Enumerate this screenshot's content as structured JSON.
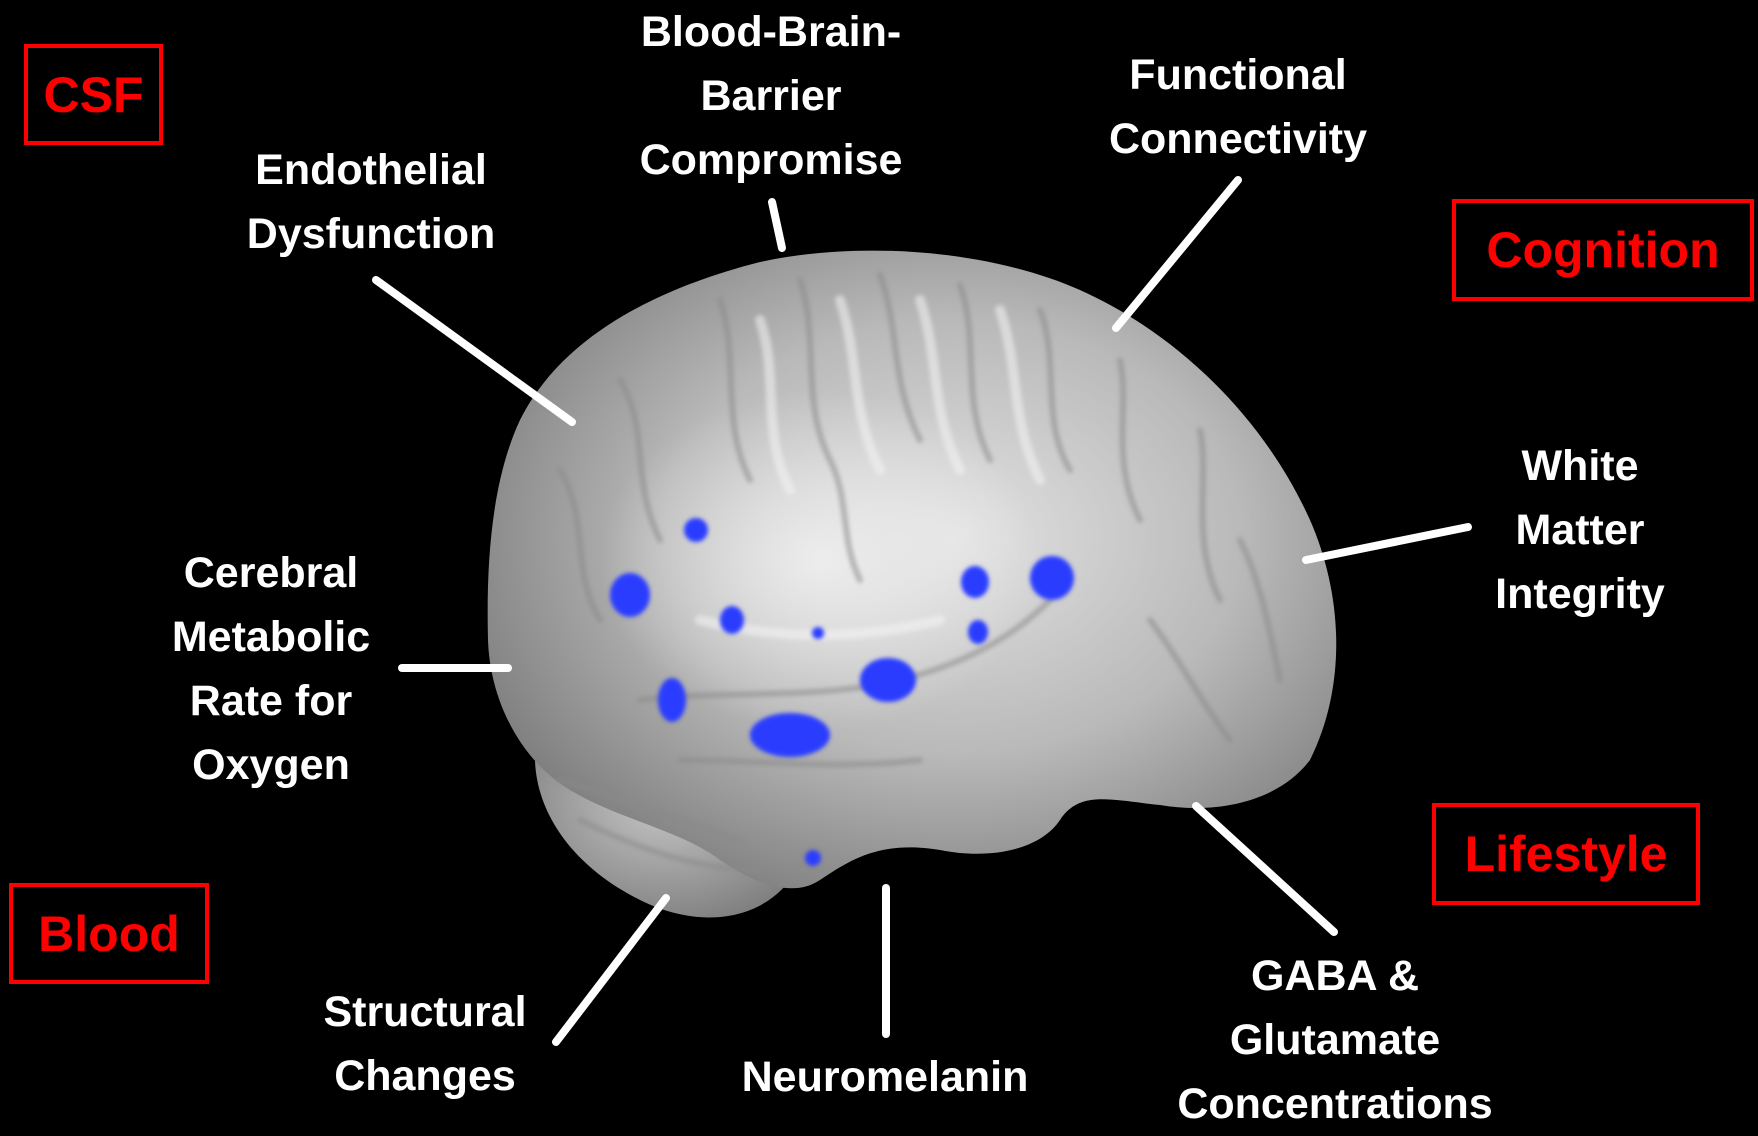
{
  "measures": {
    "bbb": "Blood-Brain-\nBarrier\nCompromise",
    "functional": "Functional\nConnectivity",
    "endothelial": "Endothelial\nDysfunction",
    "white_matter": "White\nMatter\nIntegrity",
    "cmro2": "Cerebral\nMetabolic\nRate for\nOxygen",
    "structural": "Structural\nChanges",
    "neuromelanin": "Neuromelanin",
    "gaba": "GABA &\nGlutamate\nConcentrations"
  },
  "categories": {
    "csf": "CSF",
    "cognition": "Cognition",
    "lifestyle": "Lifestyle",
    "blood": "Blood"
  },
  "colors": {
    "background": "#000000",
    "label_text": "#ffffff",
    "category_accent": "#ff0000",
    "activation_blue": "#2a3cff",
    "brain_gray": "#9c9c9c"
  }
}
